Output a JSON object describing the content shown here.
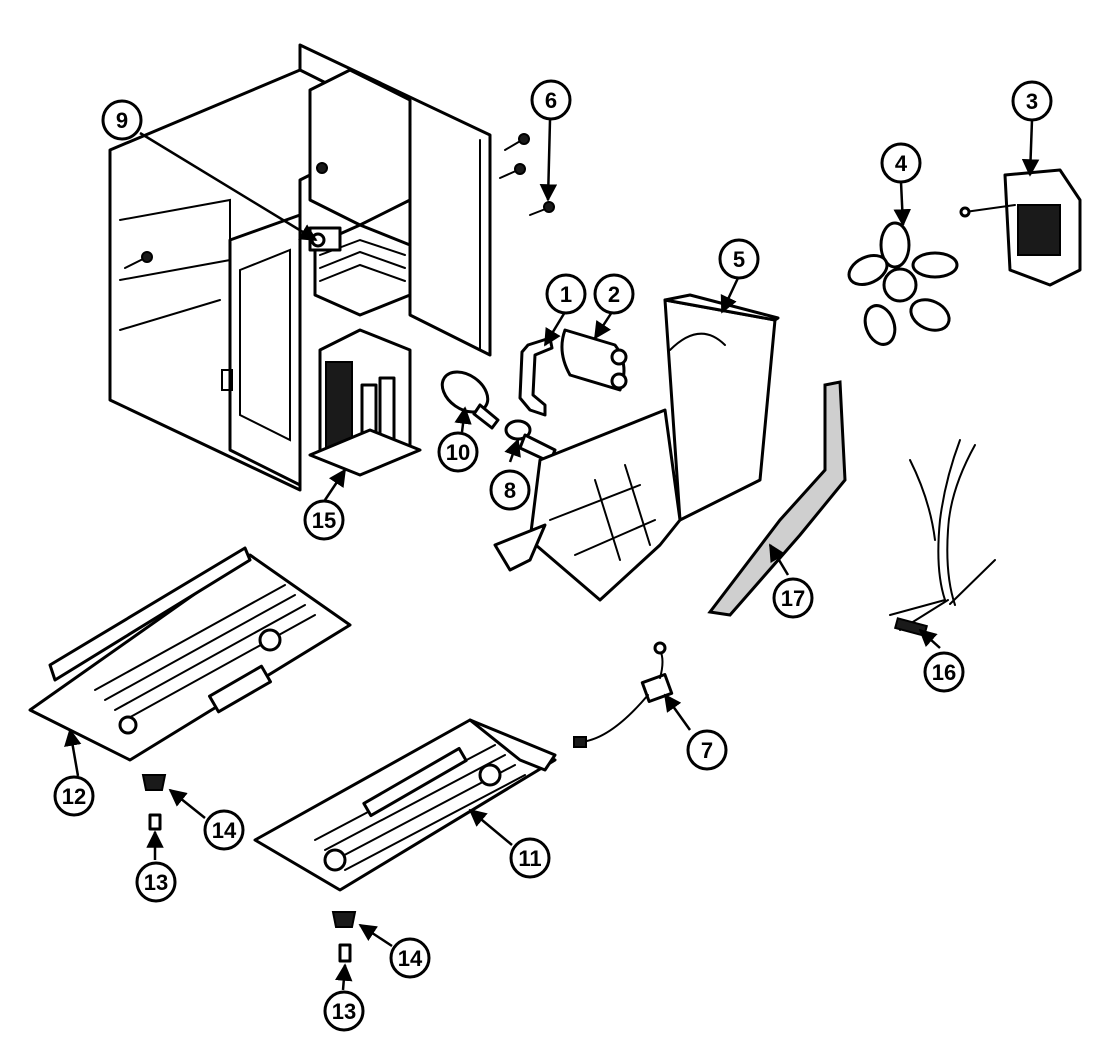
{
  "callouts": [
    {
      "id": "1",
      "label": "1"
    },
    {
      "id": "2",
      "label": "2"
    },
    {
      "id": "3",
      "label": "3"
    },
    {
      "id": "4",
      "label": "4"
    },
    {
      "id": "5",
      "label": "5"
    },
    {
      "id": "6",
      "label": "6"
    },
    {
      "id": "7",
      "label": "7"
    },
    {
      "id": "8",
      "label": "8"
    },
    {
      "id": "9",
      "label": "9"
    },
    {
      "id": "10",
      "label": "10"
    },
    {
      "id": "11",
      "label": "11"
    },
    {
      "id": "12",
      "label": "12"
    },
    {
      "id": "13a",
      "label": "13"
    },
    {
      "id": "13b",
      "label": "13"
    },
    {
      "id": "14a",
      "label": "14"
    },
    {
      "id": "14b",
      "label": "14"
    },
    {
      "id": "15",
      "label": "15"
    },
    {
      "id": "16",
      "label": "16"
    },
    {
      "id": "17",
      "label": "17"
    }
  ],
  "colors": {
    "ink": "#000000",
    "paper": "#ffffff"
  }
}
